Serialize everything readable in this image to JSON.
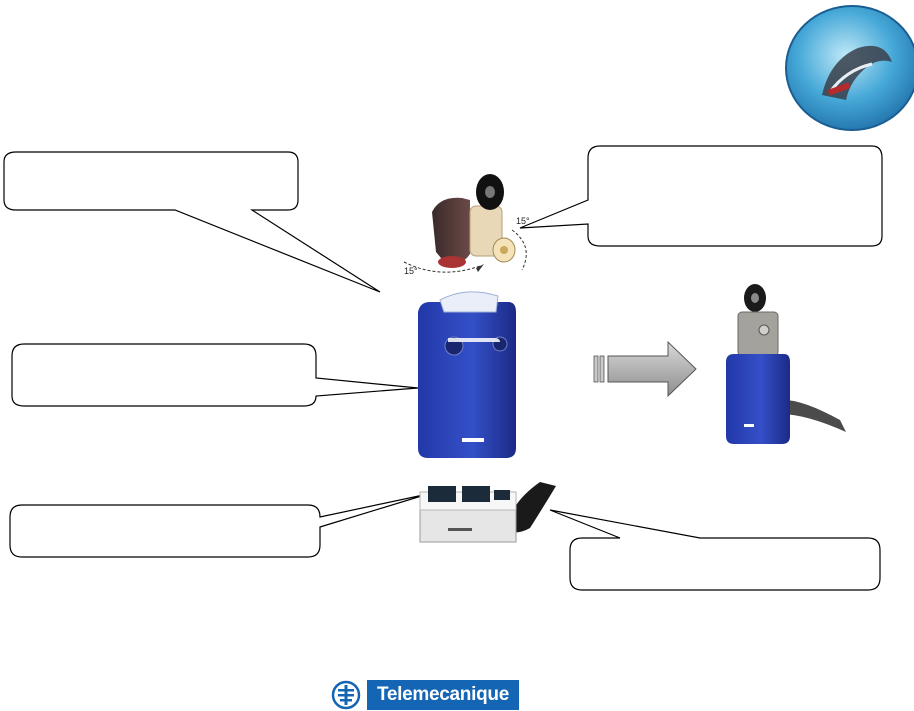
{
  "diagram": {
    "angle_label_top": "15°",
    "angle_label_bottom": "15°"
  },
  "brand": {
    "logo_text": "Telemecanique",
    "accent_color": "#1565b5"
  },
  "callouts": {
    "top_left": "",
    "top_right": "",
    "middle_left": "",
    "bottom_left": "",
    "bottom_right": ""
  },
  "icons": [
    "circular-badge-icon",
    "arrow-right-icon",
    "telemecanique-logo-icon"
  ]
}
